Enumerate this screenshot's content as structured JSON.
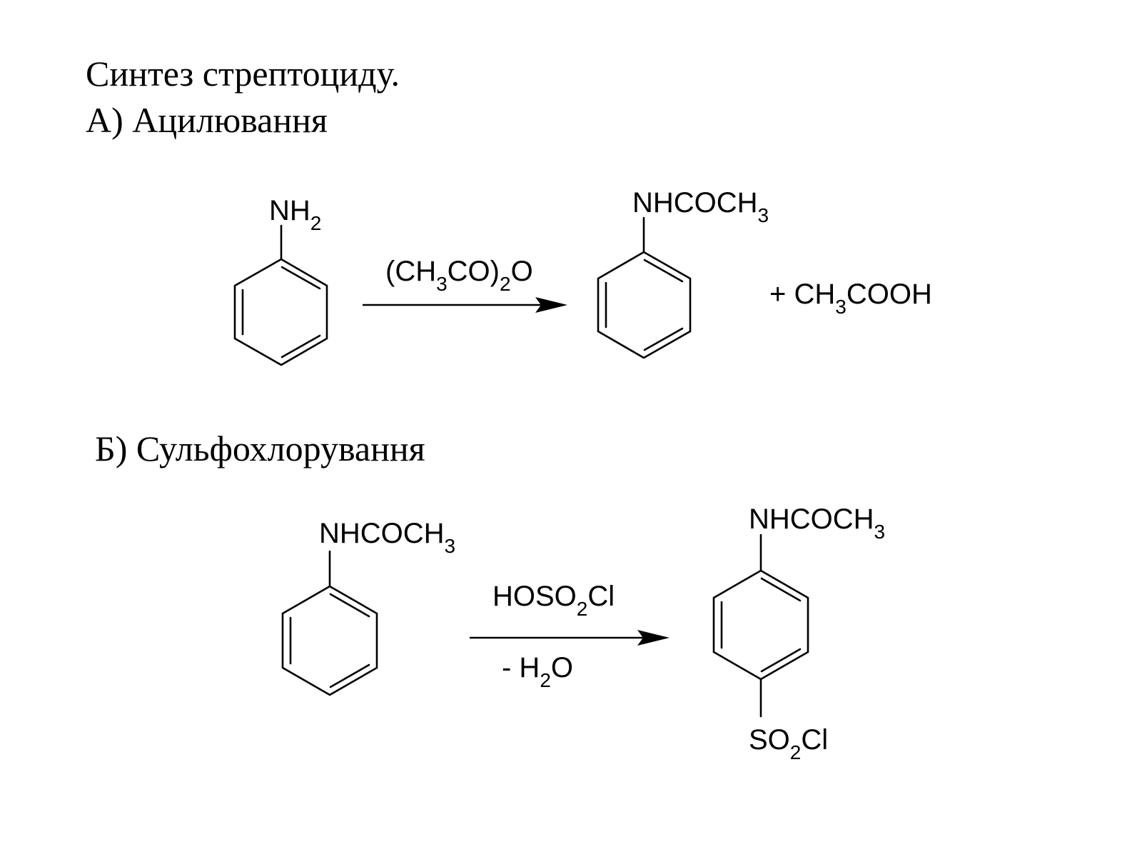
{
  "headings": {
    "title": "Синтез стрептоциду.",
    "step_a": "А) Ацилювання",
    "step_b": "Б) Сульфохлорування"
  },
  "reaction_a": {
    "reactant": {
      "base": "NH",
      "sub": "2"
    },
    "reagent": {
      "p1": "(CH",
      "s1": "3",
      "p2": "CO)",
      "s2": "2",
      "p3": "O"
    },
    "product": {
      "base": "NHCOCH",
      "sub": "3"
    },
    "byproduct": {
      "p1": "+ CH",
      "s1": "3",
      "p2": "COOH"
    }
  },
  "reaction_b": {
    "reactant": {
      "base": "NHCOCH",
      "sub": "3"
    },
    "reagent": {
      "p1": "HOSO",
      "s1": "2",
      "p2": "Cl"
    },
    "condition": {
      "p1": "- H",
      "s1": "2",
      "p2": "O"
    },
    "product_top": {
      "base": "NHCOCH",
      "sub": "3"
    },
    "product_bottom": {
      "p1": "SO",
      "s1": "2",
      "p2": "Cl"
    }
  }
}
